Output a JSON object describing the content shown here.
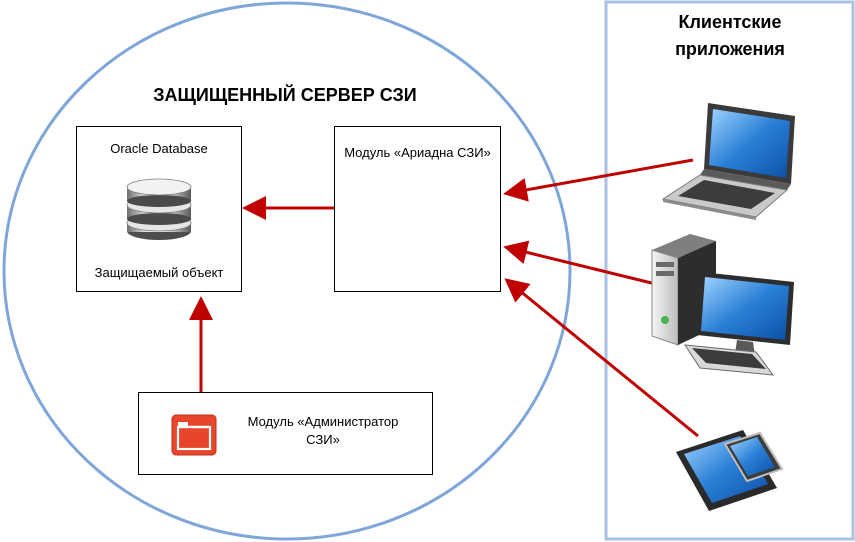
{
  "server": {
    "title": "ЗАЩИЩЕННЫЙ СЕРВЕР СЗИ",
    "database": {
      "label": "Oracle Database",
      "caption": "Защищаемый объект",
      "icon": "database-icon"
    },
    "ariadna_module": {
      "label": "Модуль «Ариадна СЗИ»",
      "icon": "red-sphere-icon"
    },
    "admin_module": {
      "label_line1": "Модуль «Администратор",
      "label_line2": "СЗИ»",
      "icon": "app-window-icon"
    }
  },
  "clients": {
    "title_line1": "Клиентские",
    "title_line2": "приложения",
    "devices": [
      "laptop-icon",
      "desktop-computer-icon",
      "tablet-icon"
    ]
  },
  "colors": {
    "circle": "#7ea6d8",
    "panel_border": "#a9c2e4",
    "arrow": "#c00000",
    "admin_icon": "#e8462a"
  }
}
